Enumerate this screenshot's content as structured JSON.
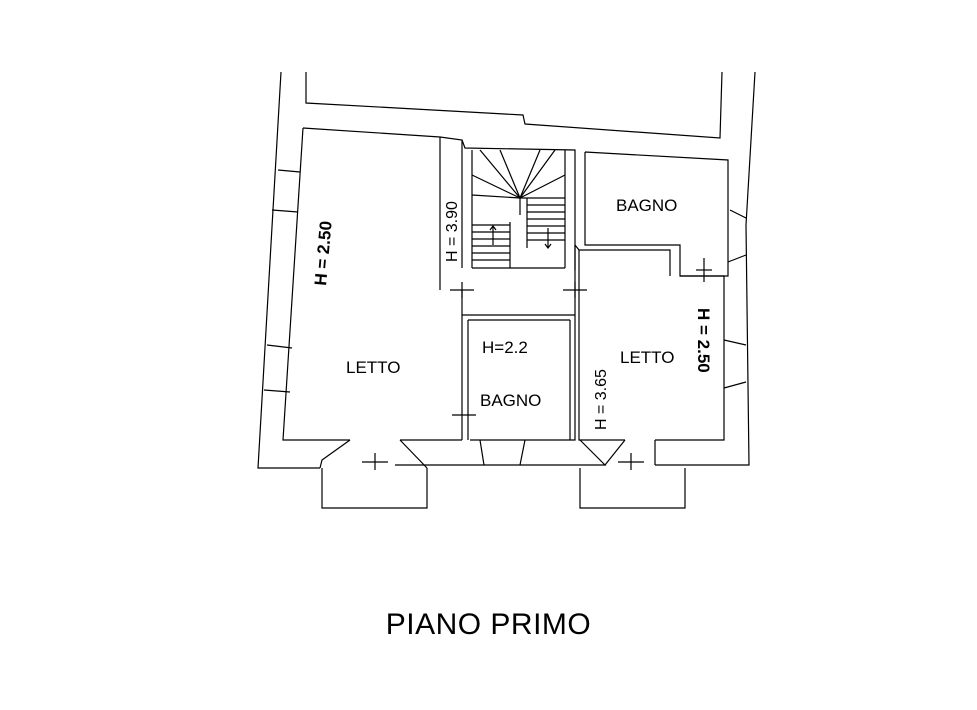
{
  "title": "PIANO PRIMO",
  "rooms": {
    "bedroom_left": {
      "name": "LETTO",
      "height": "H = 2.50"
    },
    "stair_hall": {
      "height": "H = 3.90"
    },
    "bathroom_center": {
      "name": "BAGNO",
      "height": "H=2.2"
    },
    "bathroom_right": {
      "name": "BAGNO"
    },
    "bedroom_right": {
      "name": "LETTO",
      "height_left": "H = 3.65",
      "height_right": "H = 2.50"
    }
  }
}
